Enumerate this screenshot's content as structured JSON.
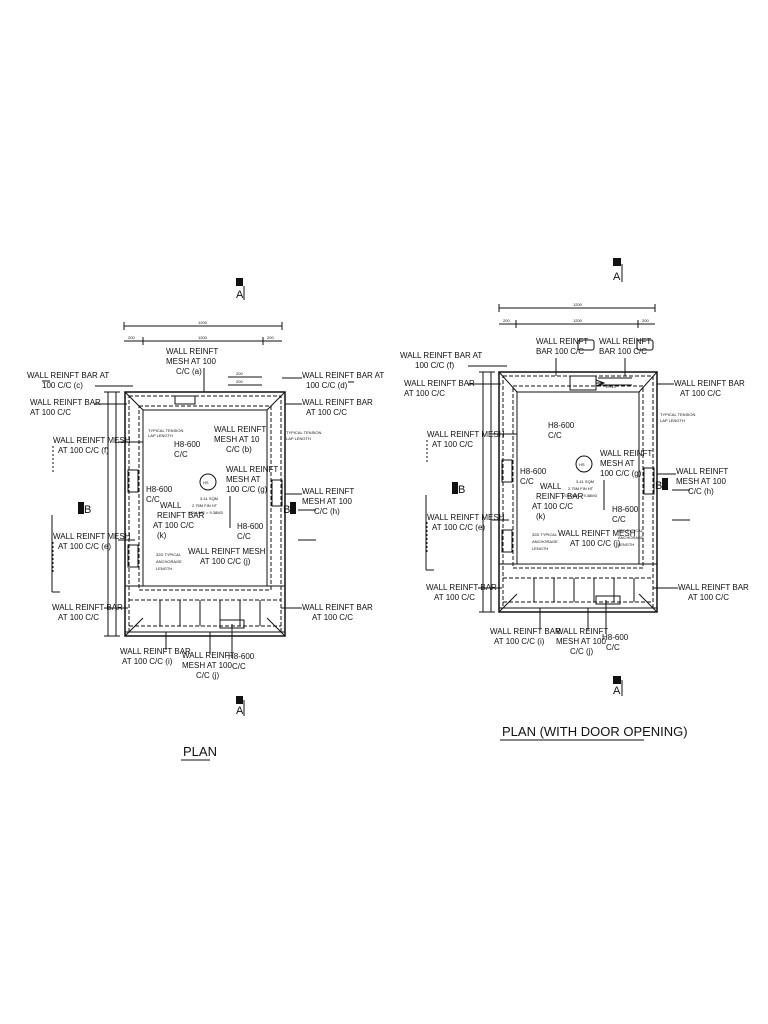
{
  "plan_left": {
    "title": "PLAN",
    "section_a_top": "A",
    "section_a_bottom": "A",
    "section_b_left": "B",
    "section_b_right": "B",
    "room_tag": "HS",
    "area": "3.41 SQM",
    "height": "2.75M FIN HT",
    "volume": "VOLUME = 9.38M3",
    "dim_top": [
      "1200",
      "200",
      "1200",
      "200",
      "200",
      "200"
    ],
    "notes": {
      "wall_bar_c": [
        "WALL REINFT BAR AT",
        "100 C/C (c)"
      ],
      "wall_bar_a": [
        "WALL REINFT BAR",
        "AT 100 C/C"
      ],
      "wall_mesh_f": [
        "WALL REINFT MESH",
        "AT 100 C/C (f)"
      ],
      "wall_mesh_e": [
        "WALL REINFT MESH",
        "AT 100 C/C (e)"
      ],
      "wall_bar_bl": [
        "WALL REINFT BAR",
        "AT 100 C/C"
      ],
      "wall_mesh_a": [
        "WALL REINFT",
        "MESH AT 100",
        "C/C (a)"
      ],
      "wall_bar_d": [
        "WALL REINFT BAR AT",
        "100 C/C (d)"
      ],
      "wall_bar_tr": [
        "WALL REINFT BAR",
        "AT 100 C/C"
      ],
      "wall_mesh_b": [
        "WALL REINFT",
        "MESH AT 10",
        "C/C (b)"
      ],
      "h8_top": [
        "H8-600",
        "C/C"
      ],
      "wall_mesh_g": [
        "WALL REINFT",
        "MESH AT",
        "100 C/C (g)"
      ],
      "wall_mesh_h": [
        "WALL REINFT",
        "MESH AT 100",
        "C/C (h)"
      ],
      "h8_left": [
        "H8-600",
        "C/C"
      ],
      "wall_bar_k": [
        "WALL",
        "REINFT BAR",
        "AT 100 C/C",
        "(k)"
      ],
      "h8_right": [
        "H8-600",
        "C/C"
      ],
      "wall_mesh_j": [
        "WALL REINFT MESH",
        "AT 100 C/C (j)"
      ],
      "wall_bar_br": [
        "WALL REINFT BAR",
        "AT 100 C/C"
      ],
      "wall_bar_i": [
        "WALL REINFT BAR",
        "AT 100 C/C (i)"
      ],
      "wall_mesh_bottom": [
        "WALL REINFT",
        "MESH AT 100",
        "C/C (j)"
      ],
      "h8_bottom": [
        "H8-600",
        "C/C"
      ],
      "anchorage": [
        "32D TYPICAL",
        "ANCHORAGE",
        "LENGTH"
      ],
      "tension_top": [
        "TYPICAL TENSION",
        "LAP LENGTH"
      ],
      "tension_right": [
        "TYPICAL TENSION",
        "LAP LENGTH"
      ]
    }
  },
  "plan_right": {
    "title": "PLAN (WITH DOOR OPENING)",
    "section_a_top": "A",
    "section_a_bottom": "A",
    "section_b_left": "B",
    "section_b_right": "B",
    "room_tag": "HS",
    "area": "3.41 SQM",
    "height": "2.75M FIN HT",
    "volume": "VOLUME = 9.38M3",
    "door_tag": "2H13",
    "dim_top": [
      "1200",
      "200",
      "1200",
      "200"
    ],
    "notes": {
      "wall_bar_f": [
        "WALL REINFT BAR AT",
        "100 C/C (f)"
      ],
      "wall_bar_a": [
        "WALL REINFT BAR",
        "AT 100 C/C"
      ],
      "wall_mesh_left": [
        "WALL REINFT MESH",
        "AT 100 C/C"
      ],
      "wall_mesh_e": [
        "WALL REINFT MESH",
        "AT 100 C/C (e)"
      ],
      "wall_bar_bl": [
        "WALL REINFT BAR",
        "AT 100 C/C"
      ],
      "wall_mesh_top": [
        "WALL REINFT",
        "BAR 100 C/C"
      ],
      "wall_bar_top_r": [
        "WALL REINFT",
        "BAR 100 C/C"
      ],
      "wall_bar_tr": [
        "WALL REINFT BAR",
        "AT 100 C/C"
      ],
      "h8_top": [
        "H8-600",
        "C/C"
      ],
      "wall_mesh_g": [
        "WALL REINFT",
        "MESH AT",
        "100 C/C (g)"
      ],
      "wall_mesh_h": [
        "WALL REINFT",
        "MESH AT 100",
        "C/C (h)"
      ],
      "h8_left": [
        "H8-600",
        "C/C"
      ],
      "wall_bar_k": [
        "WALL",
        "REINFT BAR",
        "AT 100 C/C",
        "(k)"
      ],
      "h8_right": [
        "H8-600",
        "C/C"
      ],
      "wall_mesh_j": [
        "WALL REINFT MESH",
        "AT 100 C/C (j)"
      ],
      "wall_bar_br": [
        "WALL REINFT BAR",
        "AT 100 C/C"
      ],
      "wall_bar_i": [
        "WALL REINFT BAR",
        "AT 100 C/C (i)"
      ],
      "wall_mesh_bottom": [
        "WALL REINFT",
        "MESH AT 100",
        "C/C (j)"
      ],
      "h8_bottom": [
        "H8-600",
        "C/C"
      ],
      "anchorage": [
        "32D TYPICAL",
        "ANCHORAGE",
        "LENGTH"
      ],
      "anchorage_r": [
        "32D TYPICAL",
        "ANCHORAGE",
        "LENGTH"
      ],
      "tension_right": [
        "TYPICAL TENSION",
        "LAP LENGTH"
      ]
    }
  }
}
